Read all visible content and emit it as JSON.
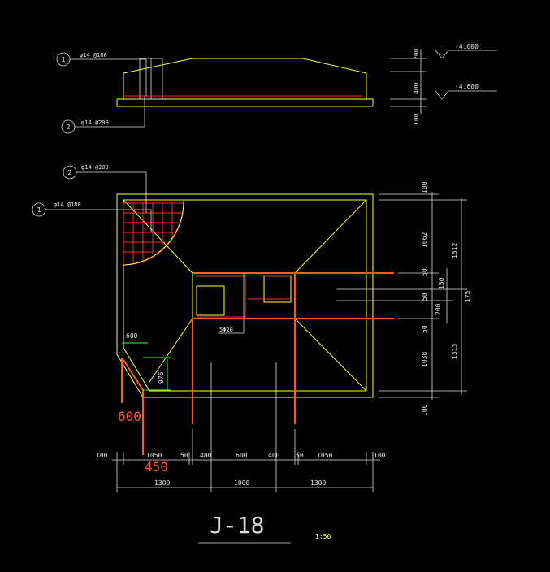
{
  "section": {
    "callout1_num": "1",
    "callout1_text": "φ14 @180",
    "callout2_num": "2",
    "callout2_text": "φ14 @200",
    "elev_top": "-4.000",
    "elev_bottom": "-4.600",
    "dims_right": [
      "200",
      "400",
      "100"
    ]
  },
  "plan": {
    "callout2_num": "2",
    "callout2_text": "φ14 @200",
    "callout1_num": "1",
    "callout1_text": "φ14 @180",
    "beam_label": "5Φ20",
    "notch_w": "600",
    "notch_h": "976",
    "big_600": "600",
    "big_450": "450",
    "right_dims_inner": [
      "100",
      "1062",
      "50",
      "50",
      "200",
      "50",
      "1038",
      "100"
    ],
    "right_dims_mid": [
      "150"
    ],
    "right_dims_outer": [
      "1312",
      "1313"
    ],
    "right_dim_far": "175",
    "bottom_dims_inner": [
      "100",
      "1050",
      "50",
      "400",
      "600",
      "400",
      "50",
      "1050",
      "100"
    ],
    "bottom_dims_outer": [
      "1300",
      "1000",
      "1300"
    ]
  },
  "title": {
    "name": "J-18",
    "scale": "1:50"
  },
  "colors": {
    "outline": "#ffff40",
    "rebar": "#ff2a2a",
    "column": "#ff5a1f",
    "dimension": "#dcdcdc",
    "marker": "#3cff3c"
  }
}
